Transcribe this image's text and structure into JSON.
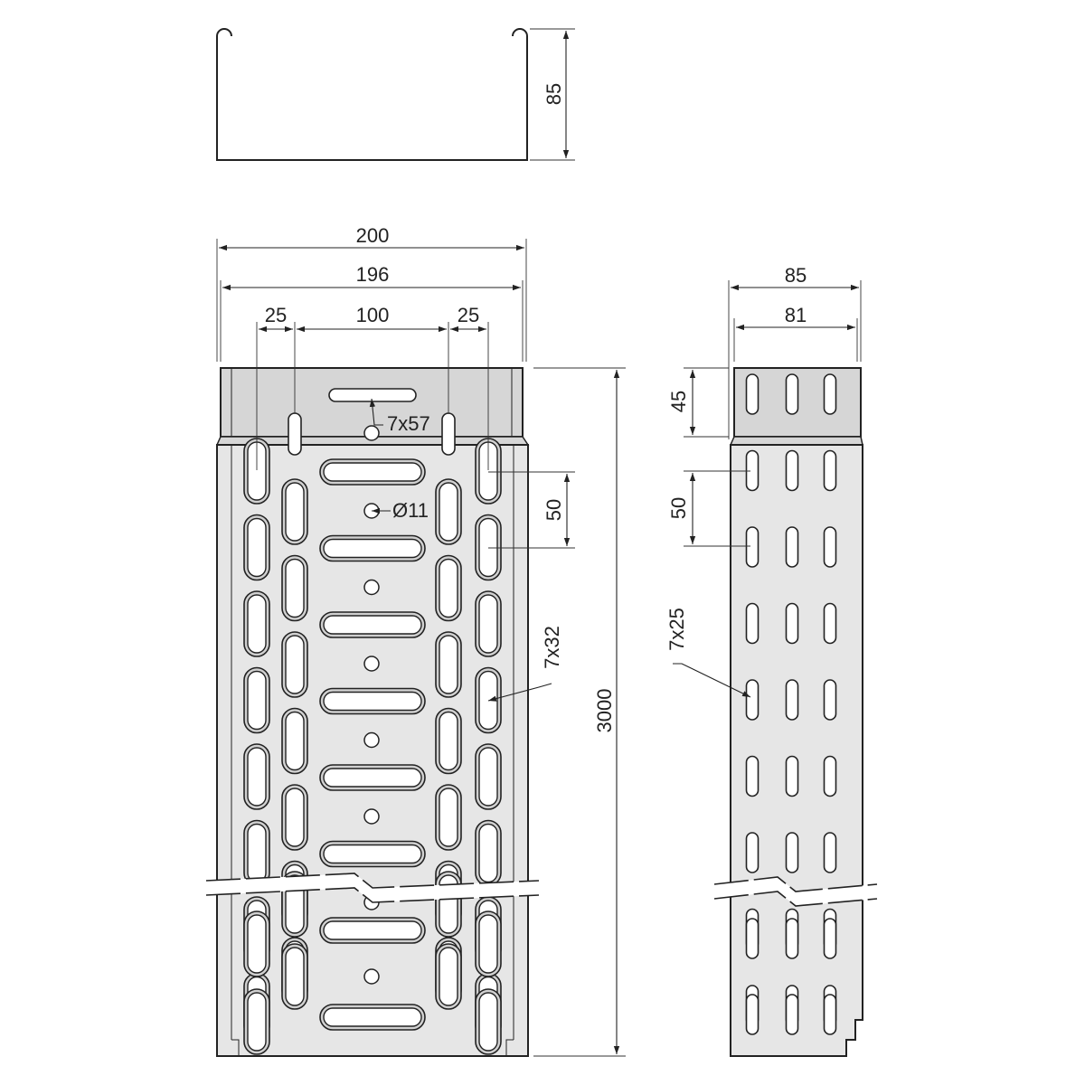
{
  "colors": {
    "ink": "#222222",
    "tray_fill": "#e6e6e6",
    "tray_fill_dark": "#d2d2d2",
    "hole_fill": "#ffffff",
    "background": "#ffffff"
  },
  "section_view": {
    "height_label": "85"
  },
  "floor_view": {
    "overall_width_label": "200",
    "inner_width_label": "196",
    "left_offset_label": "25",
    "center_span_label": "100",
    "right_offset_label": "25",
    "length_label": "3000",
    "cross_slot_label": "7x57",
    "round_hole_label": "Ø11",
    "side_slot_pitch_label": "50",
    "side_slot_label": "7x32"
  },
  "wall_view": {
    "overall_height_label": "85",
    "inner_height_label": "81",
    "end_offset_label": "45",
    "slot_pitch_label": "50",
    "slot_label": "7x25"
  }
}
